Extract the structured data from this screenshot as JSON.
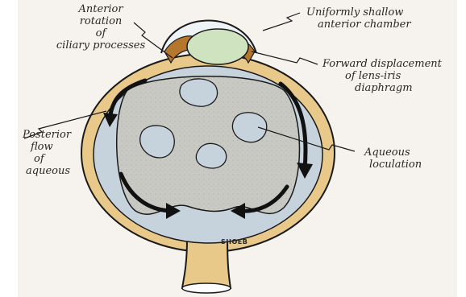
{
  "labels": {
    "anterior_rotation": [
      "Anterior",
      "rotation",
      "of",
      "ciliary processes"
    ],
    "shallow_chamber": [
      "Uniformly shallow",
      "anterior chamber"
    ],
    "forward_displacement": [
      "Forward displacement",
      "of lens-iris",
      "diaphragm"
    ],
    "posterior_flow": [
      "Posterior",
      "flow",
      "of",
      "aqueous"
    ],
    "aqueous_loculation": [
      "Aqueous",
      "loculation"
    ]
  },
  "signature": "SHOEB",
  "colors": {
    "paper": "#f6f3ee",
    "sclera": "#e8c98a",
    "vitreous": "#c9c9c4",
    "fluid": "#c7d3dc",
    "lens": "#cfe3c1",
    "ciliary": "#b5762e",
    "ink": "#1a1a1a"
  }
}
